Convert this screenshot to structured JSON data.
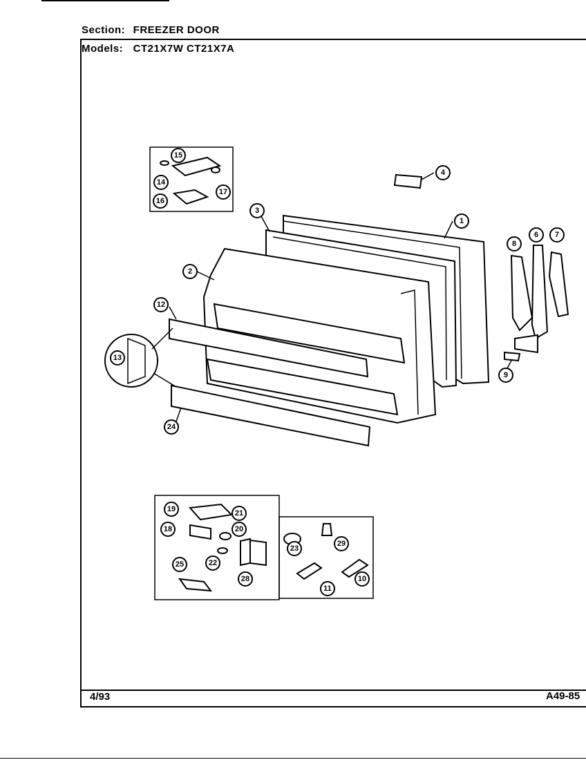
{
  "header": {
    "section_label": "Section:",
    "section_value": "FREEZER DOOR",
    "models_label": "Models:",
    "models_value": "CT21X7W  CT21X7A"
  },
  "footer": {
    "date": "4/93",
    "page_code": "A49-85"
  },
  "callouts": [
    "1",
    "2",
    "3",
    "4",
    "6",
    "7",
    "8",
    "9",
    "10",
    "11",
    "12",
    "13",
    "14",
    "15",
    "16",
    "17",
    "18",
    "19",
    "20",
    "21",
    "22",
    "23",
    "24",
    "25",
    "28",
    "29",
    "9",
    "10",
    "11"
  ]
}
